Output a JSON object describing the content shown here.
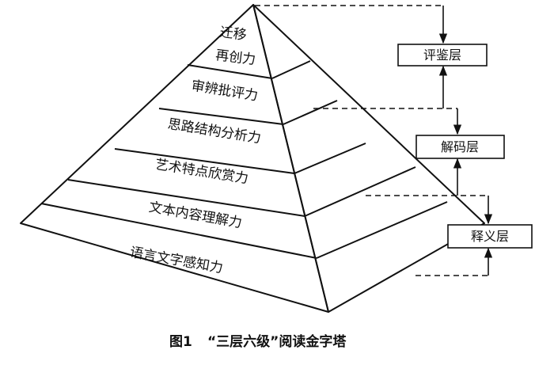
{
  "levels": [
    {
      "line1": "迁移",
      "line2": "再创力"
    },
    {
      "label": "审辨批评力"
    },
    {
      "label": "思路结构分析力"
    },
    {
      "label": "艺术特点欣赏力"
    },
    {
      "label": "文本内容理解力"
    },
    {
      "label": "语言文字感知力"
    }
  ],
  "layers": {
    "top": "评鉴层",
    "middle": "解码层",
    "bottom": "释义层"
  },
  "caption": {
    "fig": "图1",
    "title": "“三层六级”阅读金字塔"
  },
  "colors": {
    "stroke": "#111111",
    "fill": "#ffffff",
    "text": "#111111"
  }
}
